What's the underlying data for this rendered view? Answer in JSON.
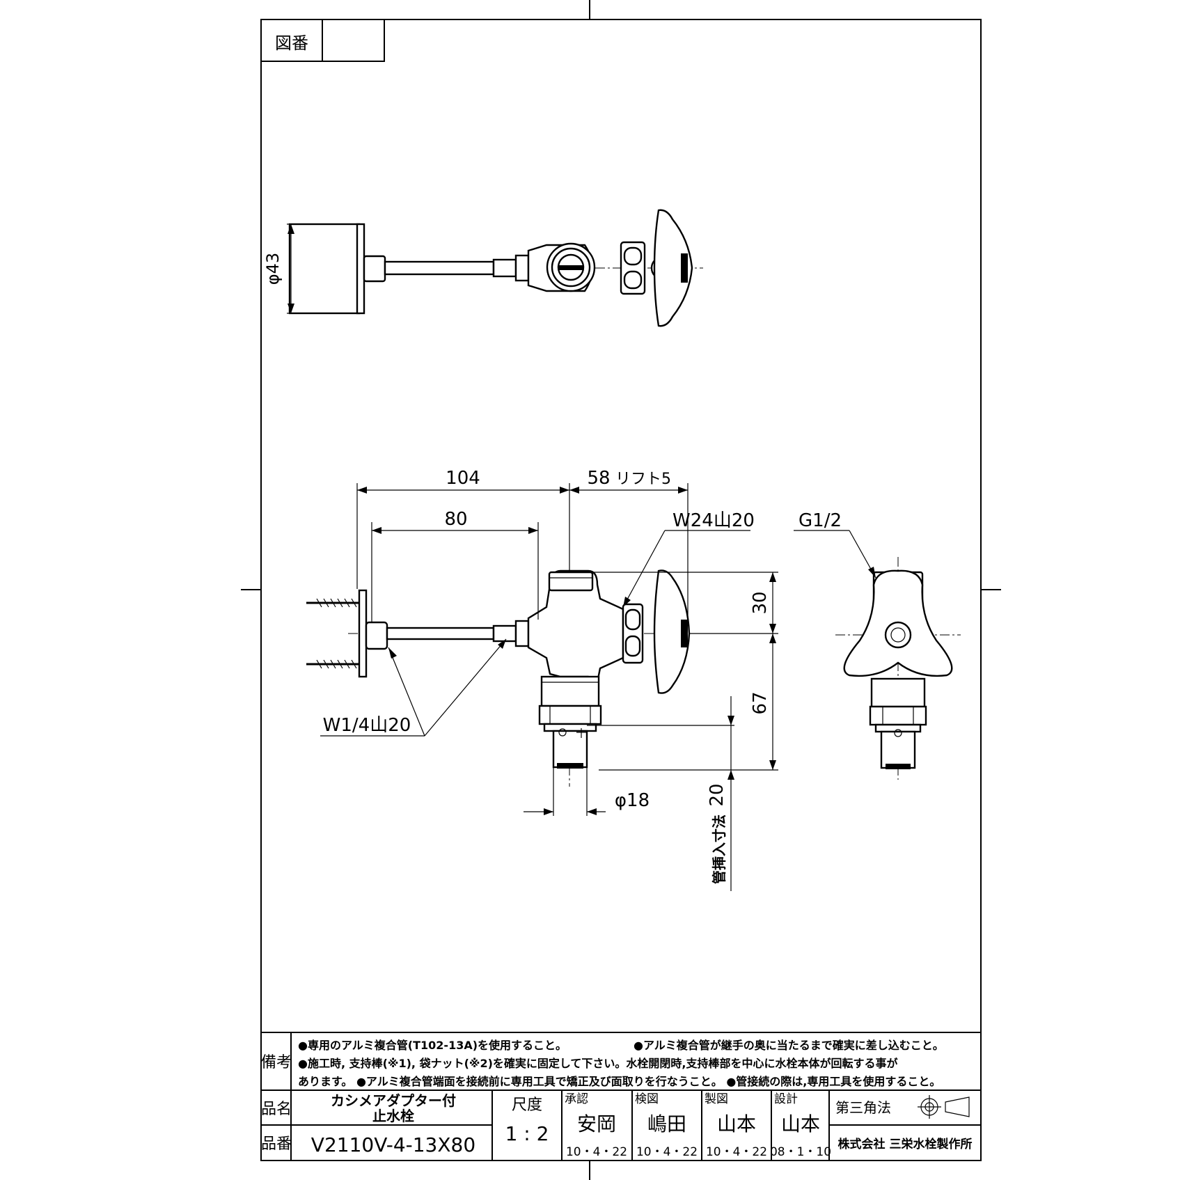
{
  "frame": {
    "zuban_label": "図番",
    "zuban_value": ""
  },
  "dimensions": {
    "top_diameter": "φ43",
    "overall_length": "104",
    "inner_length": "80",
    "right_length": "58",
    "lift": "リフト5",
    "handle_thread": "W24山20",
    "side_thread": "G1/2",
    "upper_height": "30",
    "lower_height": "67",
    "left_thread": "W1/4山20",
    "pipe_diameter": "φ18",
    "insert_label": "管挿入寸法",
    "insert_value": "20"
  },
  "notes": {
    "label": "備考",
    "line1a": "●専用のアルミ複合管(T102-13A)を使用すること。",
    "line1b": "●アルミ複合管が継手の奥に当たるまで確実に差し込むこと。",
    "line2": "●施工時, 支持棒(※1), 袋ナット(※2)を確実に固定して下さい。水栓開閉時,支持棒部を中心に水栓本体が回転する事が",
    "line3": "あります。 ●アルミ複合管端面を接続前に専用工具で矯正及び面取りを行なうこと。 ●管接続の際は,専用工具を使用すること。"
  },
  "title_block": {
    "name_label": "品名",
    "name_line1": "カシメアダプター付",
    "name_line2": "止水栓",
    "number_label": "品番",
    "number_value": "V2110V-4-13X80",
    "scale_label": "尺度",
    "scale_value": "1 : 2",
    "roles": [
      {
        "role": "承認",
        "person": "安岡",
        "date": "10・4・22"
      },
      {
        "role": "検図",
        "person": "嶋田",
        "date": "10・4・22"
      },
      {
        "role": "製図",
        "person": "山本",
        "date": "10・4・22"
      },
      {
        "role": "設計",
        "person": "山本",
        "date": "08・1・10"
      }
    ],
    "projection": "第三角法",
    "company": "株式会社 三栄水栓製作所"
  }
}
